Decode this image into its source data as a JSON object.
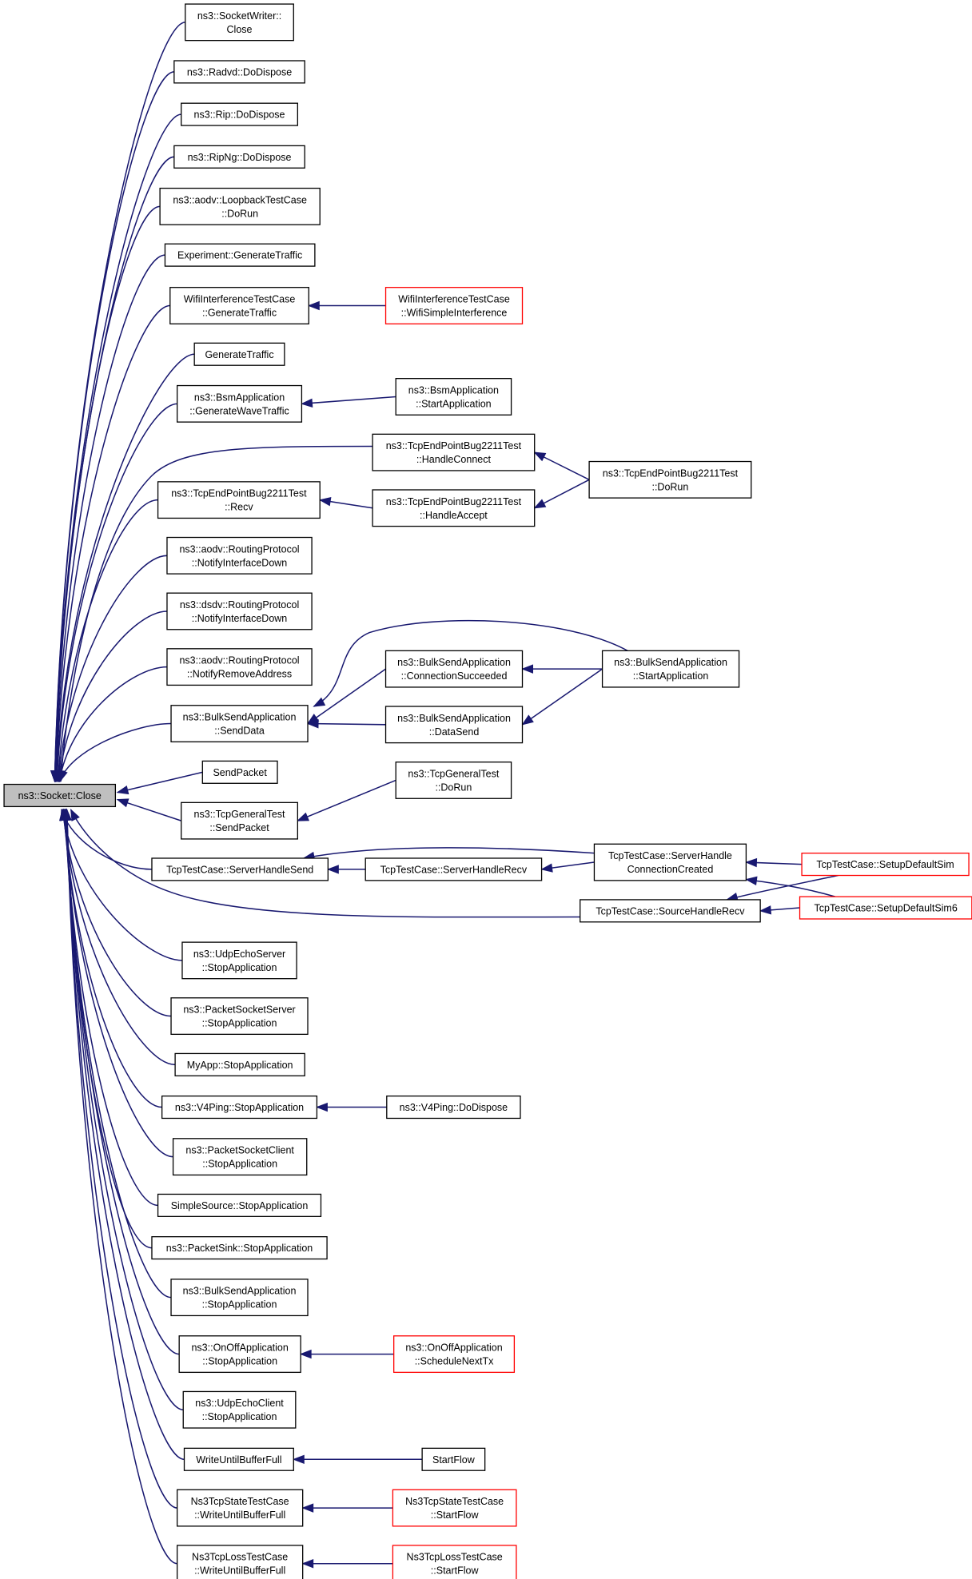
{
  "graph": {
    "root": "ns3::Socket::Close",
    "colors": {
      "edge": "#191970",
      "node_border": "#000000",
      "truncated_border": "#ff0000",
      "root_fill": "#bfbfbf"
    },
    "nodes": {
      "socket_close": [
        "ns3::Socket::Close"
      ],
      "socketwriter_close": [
        "ns3::SocketWriter::",
        "Close"
      ],
      "radvd_dodispose": [
        "ns3::Radvd::DoDispose"
      ],
      "rip_dodispose": [
        "ns3::Rip::DoDispose"
      ],
      "ripng_dodispose": [
        "ns3::RipNg::DoDispose"
      ],
      "aodv_loopback_dorun": [
        "ns3::aodv::LoopbackTestCase",
        "::DoRun"
      ],
      "experiment_generatetraffic": [
        "Experiment::GenerateTraffic"
      ],
      "wifiinterf_generatetraffic": [
        "WifiInterferenceTestCase",
        "::GenerateTraffic"
      ],
      "wifiinterf_simple": [
        "WifiInterferenceTestCase",
        "::WifiSimpleInterference"
      ],
      "generatetraffic": [
        "GenerateTraffic"
      ],
      "bsm_generatewave": [
        "ns3::BsmApplication",
        "::GenerateWaveTraffic"
      ],
      "bsm_startapp": [
        "ns3::BsmApplication",
        "::StartApplication"
      ],
      "tcpep_handleconnect": [
        "ns3::TcpEndPointBug2211Test",
        "::HandleConnect"
      ],
      "tcpep_dorun": [
        "ns3::TcpEndPointBug2211Test",
        "::DoRun"
      ],
      "tcpep_recv": [
        "ns3::TcpEndPointBug2211Test",
        "::Recv"
      ],
      "tcpep_handleaccept": [
        "ns3::TcpEndPointBug2211Test",
        "::HandleAccept"
      ],
      "aodv_notifyifdown": [
        "ns3::aodv::RoutingProtocol",
        "::NotifyInterfaceDown"
      ],
      "dsdv_notifyifdown": [
        "ns3::dsdv::RoutingProtocol",
        "::NotifyInterfaceDown"
      ],
      "aodv_notifyremove": [
        "ns3::aodv::RoutingProtocol",
        "::NotifyRemoveAddress"
      ],
      "bulk_connsucceeded": [
        "ns3::BulkSendApplication",
        "::ConnectionSucceeded"
      ],
      "bulk_startapp": [
        "ns3::BulkSendApplication",
        "::StartApplication"
      ],
      "bulk_senddata": [
        "ns3::BulkSendApplication",
        "::SendData"
      ],
      "bulk_datasend": [
        "ns3::BulkSendApplication",
        "::DataSend"
      ],
      "sendpacket": [
        "SendPacket"
      ],
      "tcpgeneral_dorun": [
        "ns3::TcpGeneralTest",
        "::DoRun"
      ],
      "tcpgeneral_sendpacket": [
        "ns3::TcpGeneralTest",
        "::SendPacket"
      ],
      "tcptc_serverhandleconn": [
        "TcpTestCase::ServerHandle",
        "ConnectionCreated"
      ],
      "tcptc_serverhandlesend": [
        "TcpTestCase::ServerHandleSend"
      ],
      "tcptc_serverhandlerecv": [
        "TcpTestCase::ServerHandleRecv"
      ],
      "tcptc_setupdefaultsim": [
        "TcpTestCase::SetupDefaultSim"
      ],
      "tcptc_sourcehandlerecv": [
        "TcpTestCase::SourceHandleRecv"
      ],
      "tcptc_setupdefaultsim6": [
        "TcpTestCase::SetupDefaultSim6"
      ],
      "udpechoserver_stop": [
        "ns3::UdpEchoServer",
        "::StopApplication"
      ],
      "packetsocketserver_stop": [
        "ns3::PacketSocketServer",
        "::StopApplication"
      ],
      "myapp_stop": [
        "MyApp::StopApplication"
      ],
      "v4ping_stop": [
        "ns3::V4Ping::StopApplication"
      ],
      "v4ping_dodispose": [
        "ns3::V4Ping::DoDispose"
      ],
      "packetsocketclient_stop": [
        "ns3::PacketSocketClient",
        "::StopApplication"
      ],
      "simplesource_stop": [
        "SimpleSource::StopApplication"
      ],
      "packetsink_stop": [
        "ns3::PacketSink::StopApplication"
      ],
      "bulk_stop": [
        "ns3::BulkSendApplication",
        "::StopApplication"
      ],
      "onoff_stop": [
        "ns3::OnOffApplication",
        "::StopApplication"
      ],
      "onoff_schedulenext": [
        "ns3::OnOffApplication",
        "::ScheduleNextTx"
      ],
      "udpechoclient_stop": [
        "ns3::UdpEchoClient",
        "::StopApplication"
      ],
      "writeuntilbufferfull": [
        "WriteUntilBufferFull"
      ],
      "startflow": [
        "StartFlow"
      ],
      "ns3tcpstate_write": [
        "Ns3TcpStateTestCase",
        "::WriteUntilBufferFull"
      ],
      "ns3tcpstate_startflow": [
        "Ns3TcpStateTestCase",
        "::StartFlow"
      ],
      "ns3tcploss_write": [
        "Ns3TcpLossTestCase",
        "::WriteUntilBufferFull"
      ],
      "ns3tcploss_startflow": [
        "Ns3TcpLossTestCase",
        "::StartFlow"
      ]
    },
    "truncated": [
      "wifiinterf_simple",
      "tcptc_setupdefaultsim",
      "tcptc_setupdefaultsim6",
      "onoff_schedulenext",
      "ns3tcpstate_startflow",
      "ns3tcploss_startflow"
    ],
    "edges": [
      [
        "socketwriter_close",
        "socket_close"
      ],
      [
        "radvd_dodispose",
        "socket_close"
      ],
      [
        "rip_dodispose",
        "socket_close"
      ],
      [
        "ripng_dodispose",
        "socket_close"
      ],
      [
        "aodv_loopback_dorun",
        "socket_close"
      ],
      [
        "experiment_generatetraffic",
        "socket_close"
      ],
      [
        "wifiinterf_generatetraffic",
        "socket_close"
      ],
      [
        "wifiinterf_simple",
        "wifiinterf_generatetraffic"
      ],
      [
        "generatetraffic",
        "socket_close"
      ],
      [
        "bsm_generatewave",
        "socket_close"
      ],
      [
        "bsm_startapp",
        "bsm_generatewave"
      ],
      [
        "tcpep_handleconnect",
        "socket_close"
      ],
      [
        "tcpep_dorun",
        "tcpep_handleconnect"
      ],
      [
        "tcpep_recv",
        "socket_close"
      ],
      [
        "tcpep_handleaccept",
        "tcpep_recv"
      ],
      [
        "tcpep_dorun",
        "tcpep_handleaccept"
      ],
      [
        "aodv_notifyifdown",
        "socket_close"
      ],
      [
        "dsdv_notifyifdown",
        "socket_close"
      ],
      [
        "aodv_notifyremove",
        "socket_close"
      ],
      [
        "bulk_senddata",
        "socket_close"
      ],
      [
        "bulk_connsucceeded",
        "bulk_senddata"
      ],
      [
        "bulk_startapp",
        "bulk_connsucceeded"
      ],
      [
        "bulk_startapp",
        "bulk_senddata"
      ],
      [
        "bulk_datasend",
        "bulk_senddata"
      ],
      [
        "bulk_startapp",
        "bulk_datasend"
      ],
      [
        "sendpacket",
        "socket_close"
      ],
      [
        "tcpgeneral_sendpacket",
        "socket_close"
      ],
      [
        "tcpgeneral_dorun",
        "tcpgeneral_sendpacket"
      ],
      [
        "tcptc_serverhandlesend",
        "socket_close"
      ],
      [
        "tcptc_serverhandlerecv",
        "tcptc_serverhandlesend"
      ],
      [
        "tcptc_serverhandleconn",
        "tcptc_serverhandlesend"
      ],
      [
        "tcptc_serverhandleconn",
        "tcptc_serverhandlerecv"
      ],
      [
        "tcptc_setupdefaultsim",
        "tcptc_serverhandleconn"
      ],
      [
        "tcptc_setupdefaultsim6",
        "tcptc_serverhandleconn"
      ],
      [
        "tcptc_sourcehandlerecv",
        "socket_close"
      ],
      [
        "tcptc_setupdefaultsim",
        "tcptc_sourcehandlerecv"
      ],
      [
        "tcptc_setupdefaultsim6",
        "tcptc_sourcehandlerecv"
      ],
      [
        "udpechoserver_stop",
        "socket_close"
      ],
      [
        "packetsocketserver_stop",
        "socket_close"
      ],
      [
        "myapp_stop",
        "socket_close"
      ],
      [
        "v4ping_stop",
        "socket_close"
      ],
      [
        "v4ping_dodispose",
        "v4ping_stop"
      ],
      [
        "packetsocketclient_stop",
        "socket_close"
      ],
      [
        "simplesource_stop",
        "socket_close"
      ],
      [
        "packetsink_stop",
        "socket_close"
      ],
      [
        "bulk_stop",
        "socket_close"
      ],
      [
        "onoff_stop",
        "socket_close"
      ],
      [
        "onoff_schedulenext",
        "onoff_stop"
      ],
      [
        "udpechoclient_stop",
        "socket_close"
      ],
      [
        "writeuntilbufferfull",
        "socket_close"
      ],
      [
        "startflow",
        "writeuntilbufferfull"
      ],
      [
        "ns3tcpstate_write",
        "socket_close"
      ],
      [
        "ns3tcpstate_startflow",
        "ns3tcpstate_write"
      ],
      [
        "ns3tcploss_write",
        "socket_close"
      ],
      [
        "ns3tcploss_startflow",
        "ns3tcploss_write"
      ]
    ]
  }
}
